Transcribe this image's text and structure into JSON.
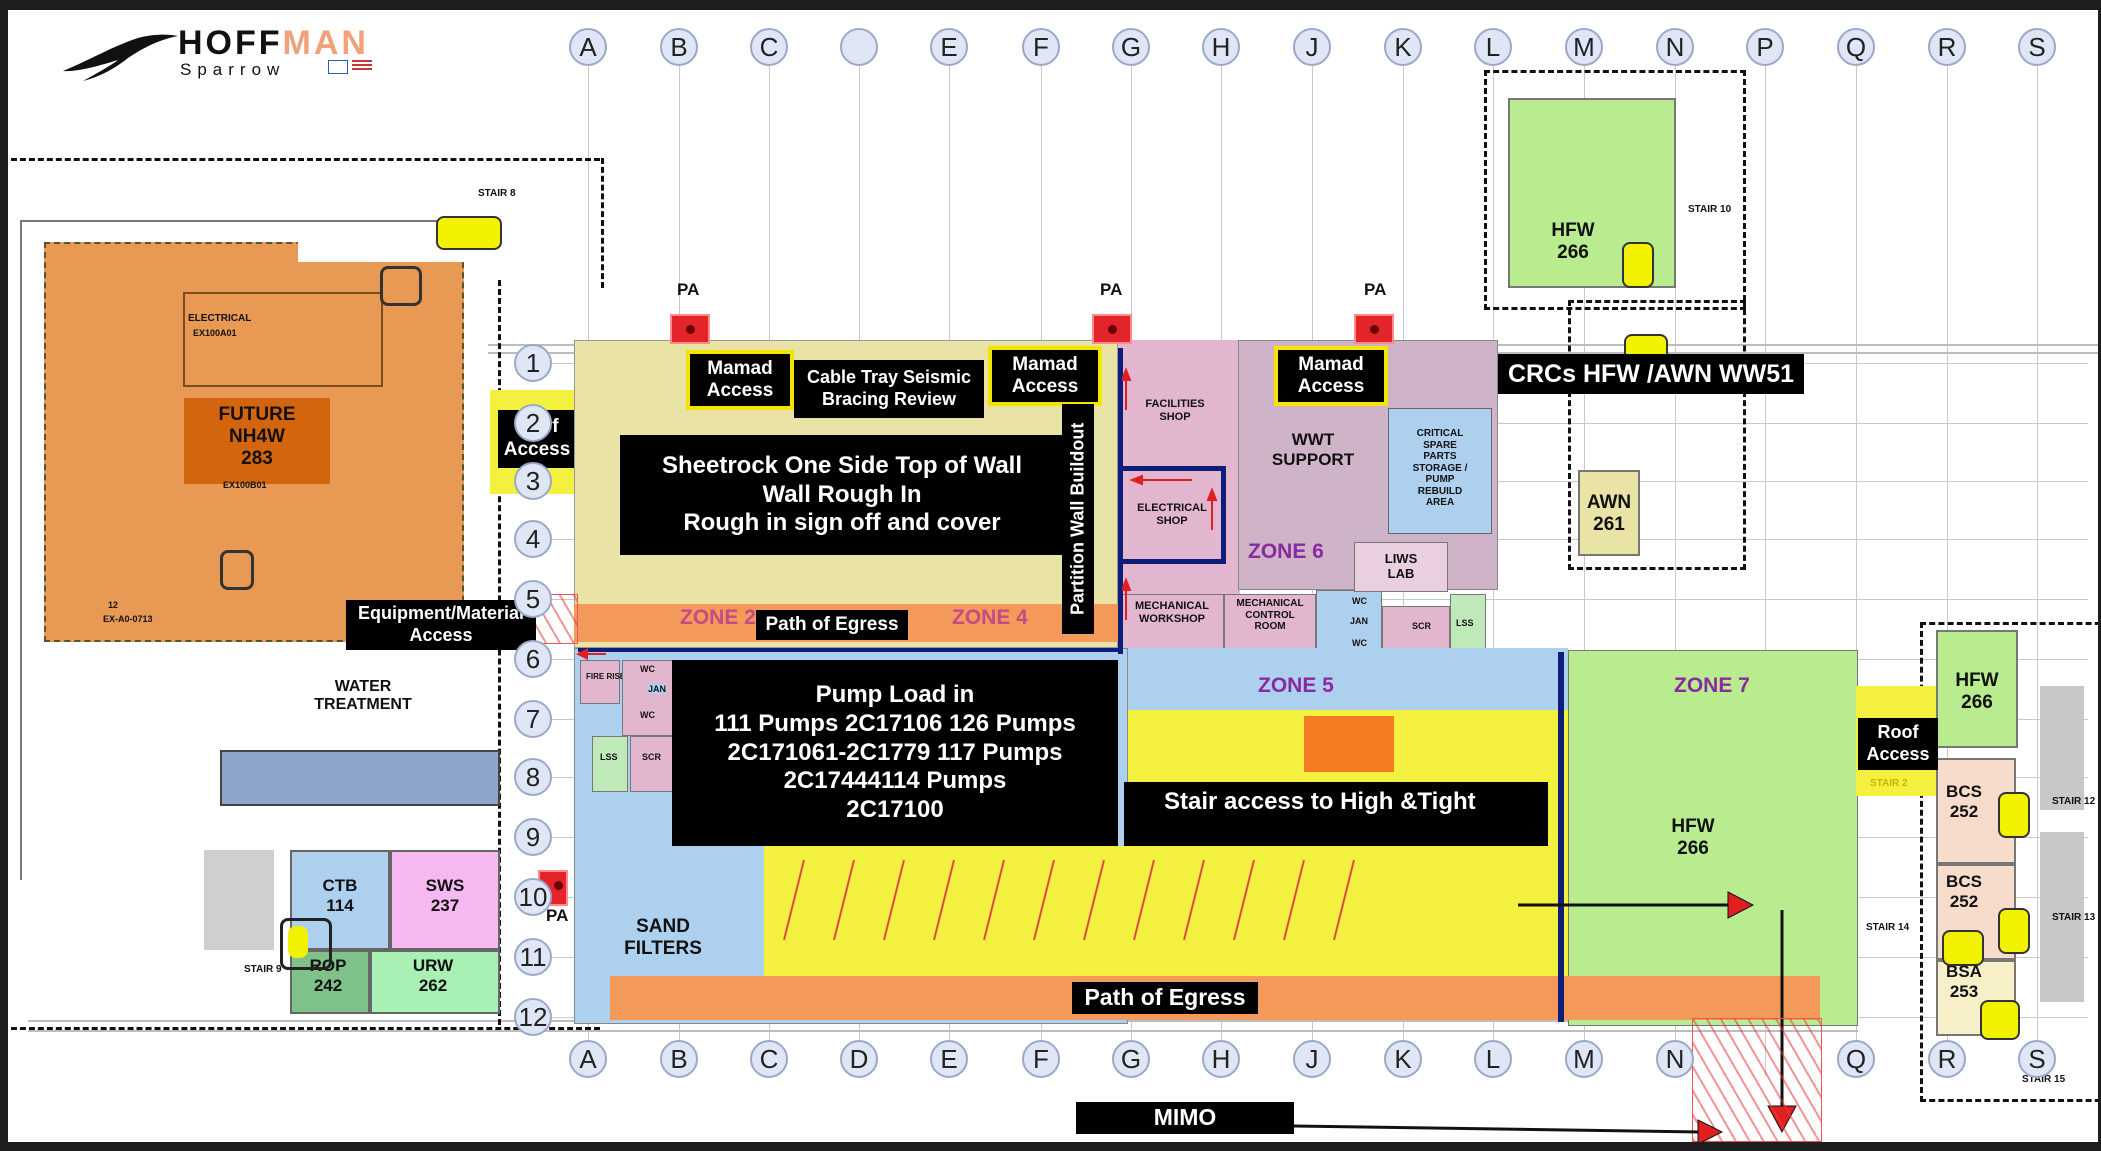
{
  "brand": {
    "name_part1": "HOFF",
    "name_part2": "MAN",
    "subtitle": "Sparrow",
    "accent": "#f2a27a"
  },
  "columns_top": [
    "A",
    "B",
    "C",
    "",
    "E",
    "F",
    "G",
    "H",
    "J",
    "K",
    "L",
    "M",
    "N",
    "P",
    "Q",
    "R",
    "S"
  ],
  "columns_bottom": [
    "A",
    "B",
    "C",
    "D",
    "E",
    "F",
    "G",
    "H",
    "J",
    "K",
    "L",
    "M",
    "N",
    "",
    "Q",
    "R",
    "S"
  ],
  "rows": [
    "1",
    "2",
    "3",
    "4",
    "5",
    "6",
    "7",
    "8",
    "9",
    "10",
    "11",
    "12"
  ],
  "labels": {
    "roof_access_west": "Roof\nAccess",
    "roof_access_east": "Roof\nAccess",
    "mamad1": "Mamad\nAccess",
    "mamad2": "Mamad\nAccess",
    "mamad3": "Mamad\nAccess",
    "cable_tray": "Cable Tray Seismic\nBracing Review",
    "sheetrock": "Sheetrock One Side Top of Wall\nWall Rough In\nRough in sign off and cover",
    "partition": "Partition Wall Buildout",
    "path_egress_top": "Path of Egress",
    "path_egress_bottom": "Path of Egress",
    "equipment": "Equipment/Material\nAccess",
    "pump_load": "Pump Load in\n111 Pumps 2C17106 126 Pumps\n2C171061-2C1779 117 Pumps\n2C17444114 Pumps\n2C17100",
    "stair_access": "Stair access to  High &Tight",
    "crcs": "CRCs HFW /AWN WW51",
    "mimo": "MIMO"
  },
  "zones": {
    "z2": "ZONE 2",
    "z4": "ZONE 4",
    "z5": "ZONE 5",
    "z6": "ZONE 6",
    "z7": "ZONE 7"
  },
  "rooms": {
    "future": "FUTURE\nNH4W\n283",
    "wwt": "WWT\nSUPPORT",
    "critical": "CRITICAL\nSPARE\nPARTS\nSTORAGE /\nPUMP\nREBUILD\nAREA",
    "facilities": "FACILITIES\nSHOP",
    "electrical_shop": "ELECTRICAL\nSHOP",
    "mechanical_workshop": "MECHANICAL\nWORKSHOP",
    "mech_control": "MECHANICAL\nCONTROL\nROOM",
    "liws": "LIWS\nLAB",
    "water_treatment": "WATER\nTREATMENT",
    "ctb": "CTB\n114",
    "sws": "SWS\n237",
    "rop": "ROP\n242",
    "urw": "URW\n262",
    "sand": "SAND\nFILTERS",
    "hfw_main": "HFW\n266",
    "hfw_top": "HFW\n266",
    "hfw_right": "HFW\n266",
    "awn": "AWN\n261",
    "bcs1": "BCS\n252",
    "bcs2": "BCS\n252",
    "bsa": "BSA\n253",
    "pa1": "PA",
    "pa2": "PA",
    "pa3": "PA",
    "pa4": "PA",
    "fire_riser": "FIRE\nRISER",
    "wc1": "WC",
    "wc2": "WC",
    "wc3": "WC",
    "wc4": "WC",
    "jan1": "JAN",
    "jan2": "JAN",
    "lss1": "LSS",
    "lss2": "LSS",
    "scr1": "SCR",
    "scr2": "SCR",
    "electrical_small": "ELECTRICAL",
    "ex100a01": "EX100A01",
    "ex100b01": "EX100B01",
    "ex_a0": "EX-A0-0713",
    "small_12": "12"
  },
  "stairs": {
    "s8": "STAIR 8",
    "s10": "STAIR 10",
    "s9": "STAIR 9",
    "s12": "STAIR 12",
    "s13": "STAIR 13",
    "s14": "STAIR 14",
    "s15": "STAIR 15",
    "s2": "STAIR 2"
  },
  "colors": {
    "orange": "#e89a55",
    "yellow_zone": "#e9e4a6",
    "blue_zone": "#aed0ef",
    "green_zone": "#b8ec8f",
    "bright_yellow": "#f3f03f",
    "egress": "#f39a5a",
    "pink": "#e3b6cf",
    "purple_zone": "#cfb3c9"
  }
}
